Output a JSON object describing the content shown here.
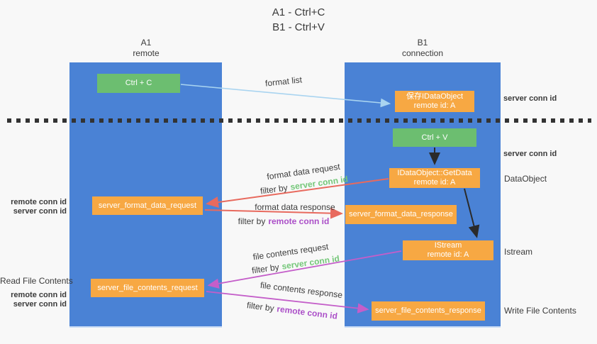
{
  "title": {
    "line1": "A1 - Ctrl+C",
    "line2": "B1 - Ctrl+V"
  },
  "lanes": {
    "left": {
      "name": "A1",
      "role": "remote"
    },
    "right": {
      "name": "B1",
      "role": "connection"
    }
  },
  "nodes": {
    "ctrl_c": {
      "label": "Ctrl + C"
    },
    "save_idataobject": {
      "line1": "保存IDataObject",
      "line2": "remote id: A"
    },
    "ctrl_v": {
      "label": "Ctrl + V"
    },
    "getdata": {
      "line1": "IDataObject::GetData",
      "line2": "remote id: A"
    },
    "format_request": {
      "label": "server_format_data_request"
    },
    "format_response": {
      "label": "server_format_data_response"
    },
    "istream": {
      "line1": "IStream",
      "line2": "remote id: A"
    },
    "file_request": {
      "label": "server_file_contents_request"
    },
    "file_response": {
      "label": "server_file_contents_response"
    }
  },
  "flow_labels": {
    "format_list": "format list",
    "format_data_request": "format data request",
    "format_data_response": "format data response",
    "file_contents_request": "file contents request",
    "file_contents_response": "file contents response",
    "filter_by": "filter by",
    "server_conn_id": "server conn id",
    "remote_conn_id": "remote conn id"
  },
  "side_labels": {
    "server_conn_id_top": "server conn id",
    "server_conn_id_mid": "server conn id",
    "dataobject": "DataObject",
    "istream": "Istream",
    "write_file_contents": "Write File Contents",
    "read_file_contents": "Read File Contents",
    "remote_conn_id_upper": "remote conn id",
    "server_conn_id_upper": "server conn id",
    "remote_conn_id_lower": "remote conn id",
    "server_conn_id_lower": "server conn id"
  },
  "colors": {
    "lane_blue": "#4a82d5",
    "node_green": "#6cbe70",
    "node_orange": "#f7a843",
    "arrow_red": "#e86a5e",
    "arrow_magenta": "#c45ec9",
    "arrow_light_blue": "#a9d4f0",
    "arrow_black": "#2a2a2a",
    "text_green": "#74c779",
    "text_purple": "#ab4fc8",
    "text_dark": "#3d3d3d",
    "background": "#f8f8f8"
  }
}
